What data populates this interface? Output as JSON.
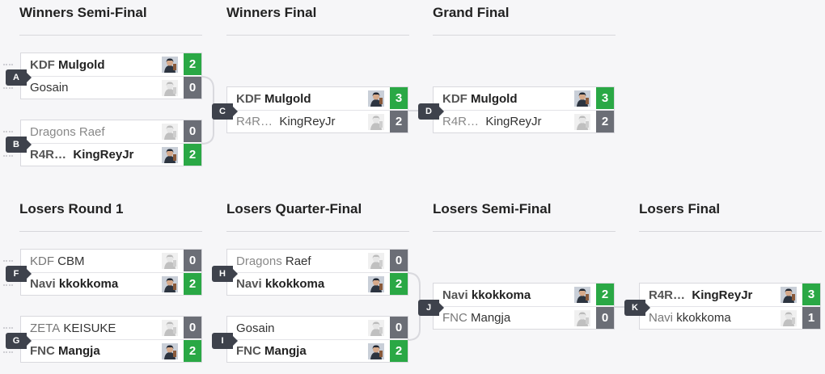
{
  "rounds": {
    "wsf": "Winners Semi-Final",
    "wf": "Winners Final",
    "gf": "Grand Final",
    "lr1": "Losers Round 1",
    "lqf": "Losers Quarter-Final",
    "lsf": "Losers Semi-Final",
    "lf": "Losers Final"
  },
  "matches": {
    "A": {
      "label": "A",
      "top": {
        "prefix": "KDF",
        "name": "Mulgold",
        "score": "2"
      },
      "bottom": {
        "prefix": "",
        "name": "Gosain",
        "score": "0"
      }
    },
    "B": {
      "label": "B",
      "top": {
        "prefix": "Dragons",
        "name": "Raef",
        "score": "0"
      },
      "bottom": {
        "prefix": "R4R…",
        "name": "KingReyJr",
        "score": "2"
      }
    },
    "C": {
      "label": "C",
      "top": {
        "prefix": "KDF",
        "name": "Mulgold",
        "score": "3"
      },
      "bottom": {
        "prefix": "R4R…",
        "name": "KingReyJr",
        "score": "2"
      }
    },
    "D": {
      "label": "D",
      "top": {
        "prefix": "KDF",
        "name": "Mulgold",
        "score": "3"
      },
      "bottom": {
        "prefix": "R4R…",
        "name": "KingReyJr",
        "score": "2"
      }
    },
    "F": {
      "label": "F",
      "top": {
        "prefix": "KDF",
        "name": "CBM",
        "score": "0"
      },
      "bottom": {
        "prefix": "Navi",
        "name": "kkokkoma",
        "score": "2"
      }
    },
    "G": {
      "label": "G",
      "top": {
        "prefix": "ZETA",
        "name": "KEISUKE",
        "score": "0"
      },
      "bottom": {
        "prefix": "FNC",
        "name": "Mangja",
        "score": "2"
      }
    },
    "H": {
      "label": "H",
      "top": {
        "prefix": "Dragons",
        "name": "Raef",
        "score": "0"
      },
      "bottom": {
        "prefix": "Navi",
        "name": "kkokkoma",
        "score": "2"
      }
    },
    "I": {
      "label": "I",
      "top": {
        "prefix": "",
        "name": "Gosain",
        "score": "0"
      },
      "bottom": {
        "prefix": "FNC",
        "name": "Mangja",
        "score": "2"
      }
    },
    "J": {
      "label": "J",
      "top": {
        "prefix": "Navi",
        "name": "kkokkoma",
        "score": "2"
      },
      "bottom": {
        "prefix": "FNC",
        "name": "Mangja",
        "score": "0"
      }
    },
    "K": {
      "label": "K",
      "top": {
        "prefix": "R4R…",
        "name": "KingReyJr",
        "score": "3"
      },
      "bottom": {
        "prefix": "Navi",
        "name": "kkokkoma",
        "score": "1"
      }
    }
  },
  "colors": {
    "win": "#2aa845",
    "lose": "#6b6e76",
    "tag": "#3e424c",
    "background": "#f6f6f8"
  },
  "icons": {
    "avatar": "player-avatar-icon"
  }
}
